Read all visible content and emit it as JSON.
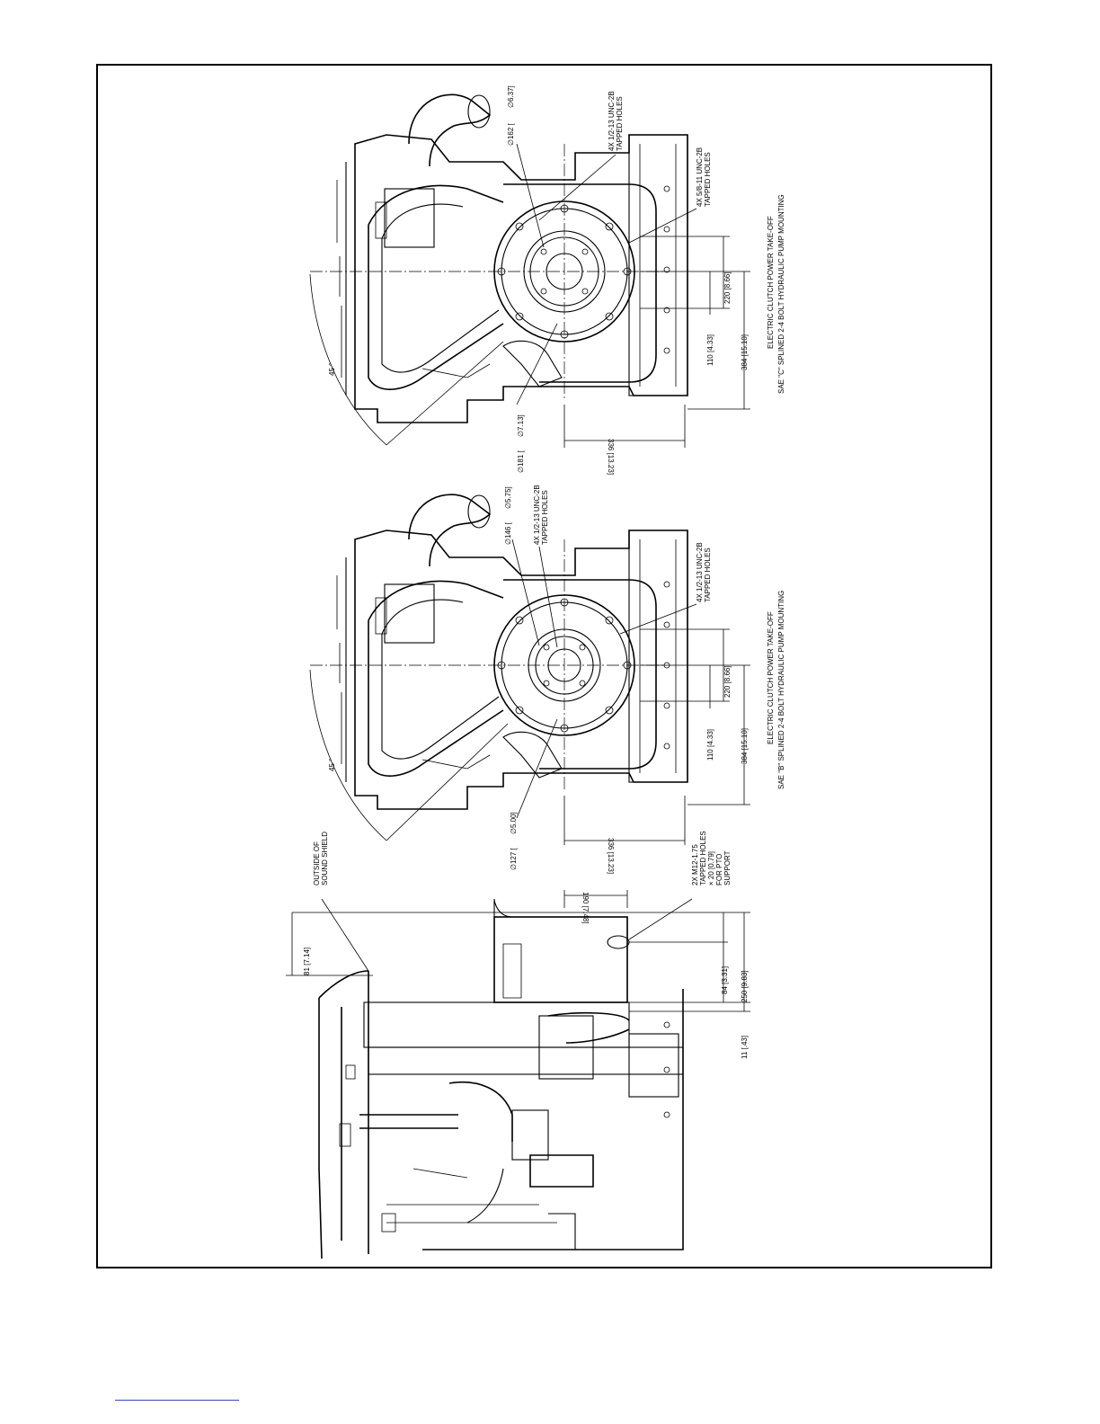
{
  "views": {
    "left": {
      "dim_top_offset": "81 [7.14]",
      "dim_pto_width": "190 [7.48]",
      "callout_sound_shield": [
        "OUTSIDE OF",
        "SOUND SHIELD"
      ],
      "callout_pto_support": [
        "2X M12-1.75",
        "TAPPED HOLES",
        "× 20 [0.79]",
        "FOR PTO",
        "SUPPORT"
      ],
      "dim_a": "84 [3.31]",
      "dim_b": "250 [9.83]",
      "dim_c": "11 [.43]"
    },
    "middle": {
      "angle": "45 °",
      "dia_bolt_circle": "∅146 [",
      "dia_bolt_circle_in": "∅5.75]",
      "holes_inner": [
        "4X 1/2-13 UNC-2B",
        "TAPPED HOLES"
      ],
      "holes_outer": [
        "4X 1/2-13 UNC-2B",
        "TAPPED HOLES"
      ],
      "dia_pilot": "∅127 [",
      "dia_pilot_in": "∅5.00]",
      "dim_width": "336 [13.23]",
      "dim_220": "220 [8.66]",
      "dim_110": "110 [4.33]",
      "dim_384": "384 [15.10]",
      "caption": [
        "ELECTRIC CLUTCH POWER TAKE-OFF",
        "SAE \"B\" SPLINED 2-4 BOLT HYDRAULIC PUMP MOUNTING"
      ]
    },
    "right": {
      "angle": "45 °",
      "dia_bolt_circle": "∅162 [",
      "dia_bolt_circle_in": "∅6.37]",
      "holes_inner": [
        "4X 1/2-13 UNC-2B",
        "TAPPED HOLES"
      ],
      "holes_outer": [
        "4X 5/8-11 UNC-2B",
        "TAPPED HOLES"
      ],
      "dia_pilot": "∅181 [",
      "dia_pilot_in": "∅7.13]",
      "dim_width": "336 [13.23]",
      "dim_220": "220 [8.66]",
      "dim_110": "110 [4.33]",
      "dim_384": "384 [15.10]",
      "caption": [
        "ELECTRIC CLUTCH POWER TAKE-OFF",
        "SAE \"C\" SPLINED 2-4 BOLT HYDRAULIC PUMP MOUNTING"
      ]
    }
  },
  "colors": {
    "line": "#000000",
    "footer_rule": "#3a44c8"
  }
}
